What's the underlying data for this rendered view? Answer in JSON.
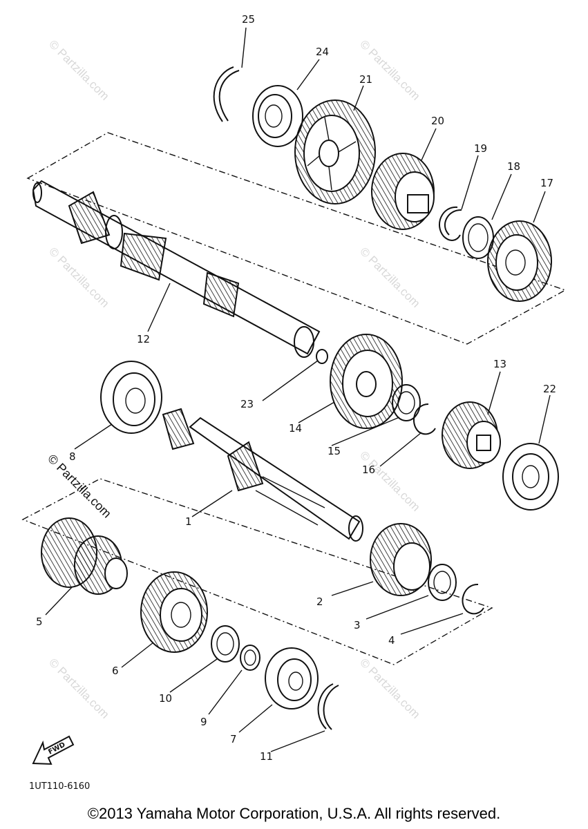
{
  "diagram": {
    "callouts": {
      "p1": "1",
      "p2": "2",
      "p3": "3",
      "p4": "4",
      "p5": "5",
      "p6": "6",
      "p7": "7",
      "p8": "8",
      "p9": "9",
      "p10": "10",
      "p11": "11",
      "p12": "12",
      "p13": "13",
      "p14": "14",
      "p15": "15",
      "p16": "16",
      "p17": "17",
      "p18": "18",
      "p19": "19",
      "p20": "20",
      "p21": "21",
      "p22": "22",
      "p23": "23",
      "p24": "24",
      "p25": "25"
    },
    "watermark": "© Partzilla.com",
    "fwd_label": "FWD",
    "drawing_code": "1UT110-6160"
  },
  "footer": {
    "copyright": "©2013 Yamaha Motor Corporation, U.S.A. All rights reserved."
  }
}
